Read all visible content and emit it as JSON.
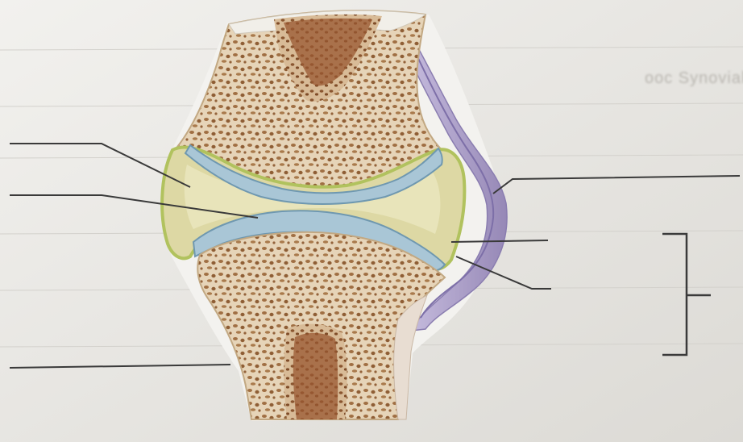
{
  "diagram": {
    "subject": "synovial joint cross-section (unlabeled worksheet)",
    "label_slots": [
      {
        "id": "blank-1",
        "text": ""
      },
      {
        "id": "blank-2",
        "text": ""
      },
      {
        "id": "blank-3",
        "text": ""
      },
      {
        "id": "blank-4",
        "text": ""
      },
      {
        "id": "blank-5",
        "text": ""
      },
      {
        "id": "blank-6",
        "text": ""
      },
      {
        "id": "blank-7-bracket",
        "text": ""
      }
    ],
    "colors": {
      "paper": "#e9e8e4",
      "bone_spongy": "#e4d2b6",
      "bone_pores": "#9a6a3e",
      "marrow": "#9c5a30",
      "cartilage": "#a9c6d6",
      "synovial_fluid": "#ded9a6",
      "synovial_membrane": "#b7c765",
      "capsule": "#a99bc4",
      "leader_lines": "#3a3a3a"
    }
  },
  "background_text": {
    "line1": "ooc Synovial Joints",
    "line2": "...",
    "line3": "..."
  }
}
